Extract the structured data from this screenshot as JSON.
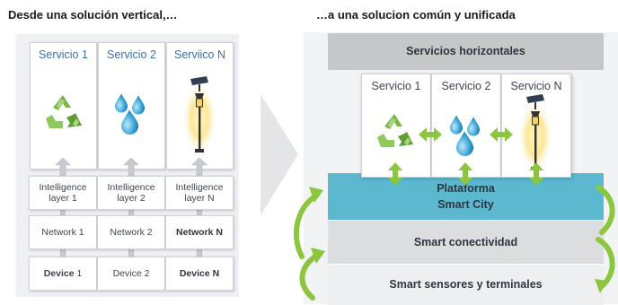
{
  "left": {
    "heading": "Desde una solución vertical,…",
    "columns": [
      {
        "title": "Servicio 1",
        "icon": "recycle-icon",
        "intelligence": "Intelligence layer 1",
        "network": "Network 1",
        "device_bold": "Device",
        "device_rest": " 1"
      },
      {
        "title": "Servicio 2",
        "icon": "water-drops-icon",
        "intelligence": "Intelligence layer 2",
        "network": "Network 2",
        "device_bold": "",
        "device_rest": "Device 2"
      },
      {
        "title": "Serviico N",
        "icon": "street-lamp-icon",
        "intelligence": "Intelligence layer N",
        "network": "Network N",
        "device_bold": "Device N",
        "device_rest": ""
      }
    ]
  },
  "right": {
    "heading": "…a una solucion común y unificada",
    "horizontal_services": "Servicios horizontales",
    "services": [
      {
        "title": "Servicio 1",
        "icon": "recycle-icon"
      },
      {
        "title": "Servicio 2",
        "icon": "water-drops-icon"
      },
      {
        "title": "Servicio N",
        "icon": "street-lamp-icon"
      }
    ],
    "platform_line1": "Plataforma",
    "platform_line2": "Smart City",
    "connectivity": "Smart conectividad",
    "sensors": "Smart sensores y terminales"
  },
  "colors": {
    "platform": "#5bb8cf",
    "horizontal_bar": "#c6c7c9",
    "green_arrow": "#8cc63f",
    "gray_connector": "#c7cbd0",
    "title_blue": "#3e6fa8"
  }
}
